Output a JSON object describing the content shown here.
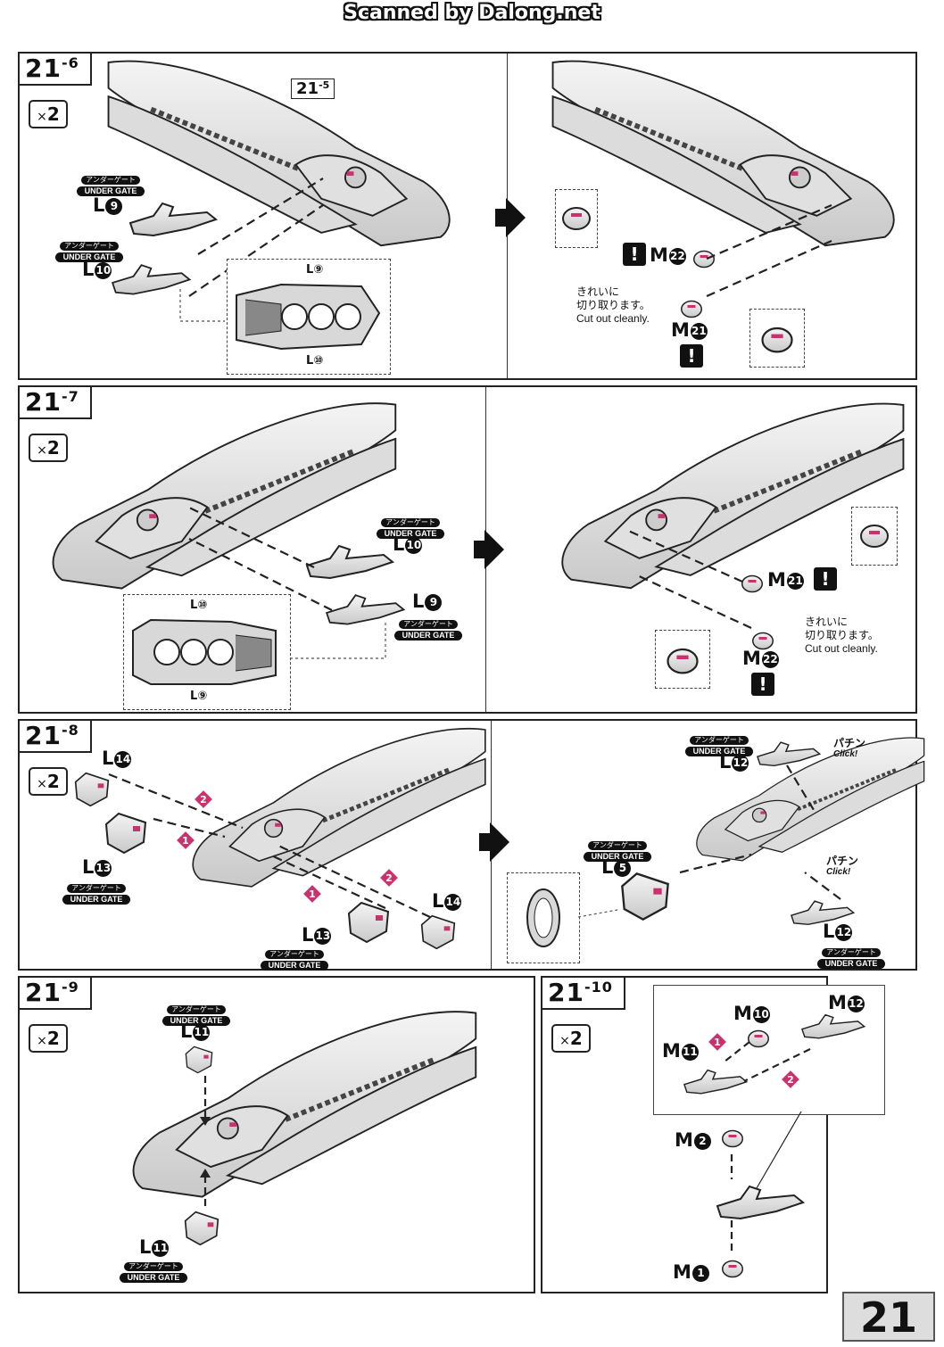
{
  "header": {
    "scan_credit": "Scanned by Dalong.net"
  },
  "page_number": "21",
  "common": {
    "under_gate_jp": "アンダーゲート",
    "under_gate_en": "UNDER GATE",
    "multiplier": "2",
    "multiplier_x": "×",
    "warning_mark": "!",
    "click_jp": "パチン",
    "click_en": "Click!",
    "cut_note_jp_1": "きれいに",
    "cut_note_jp_2": "切り取ります。",
    "cut_note_en": "Cut out cleanly."
  },
  "steps": [
    {
      "id": "21",
      "sub": "-6",
      "ref": {
        "main": "21",
        "sub": "-5"
      },
      "parts": {
        "a": "L",
        "a_n": "9",
        "b": "L",
        "b_n": "10",
        "m1": "M",
        "m1_n": "22",
        "m2": "M",
        "m2_n": "21"
      },
      "zoom_labels": {
        "top": "L⑨",
        "bottom": "L⑩"
      }
    },
    {
      "id": "21",
      "sub": "-7",
      "parts": {
        "a": "L",
        "a_n": "10",
        "b": "L",
        "b_n": "9",
        "m1": "M",
        "m1_n": "21",
        "m2": "M",
        "m2_n": "22"
      },
      "zoom_labels": {
        "top": "L⑩",
        "bottom": "L⑨"
      }
    },
    {
      "id": "21",
      "sub": "-8",
      "parts": {
        "a": "L",
        "a_n": "14",
        "b": "L",
        "b_n": "13",
        "c": "L",
        "c_n": "13",
        "d": "L",
        "d_n": "14",
        "e": "L",
        "e_n": "12",
        "f": "L",
        "f_n": "5",
        "g": "L",
        "g_n": "12"
      },
      "seq": [
        "1",
        "2"
      ]
    },
    {
      "id": "21",
      "sub": "-9",
      "parts": {
        "a": "L",
        "a_n": "11",
        "b": "L",
        "b_n": "11"
      }
    },
    {
      "id": "21",
      "sub": "-10",
      "parts": {
        "a": "M",
        "a_n": "10",
        "b": "M",
        "b_n": "12",
        "c": "M",
        "c_n": "11",
        "d": "M",
        "d_n": "2",
        "e": "M",
        "e_n": "1"
      },
      "seq": [
        "1",
        "2"
      ]
    }
  ],
  "colors": {
    "accent": "#c8336e",
    "line": "#222222",
    "part_fill": "#e8e8e8"
  }
}
